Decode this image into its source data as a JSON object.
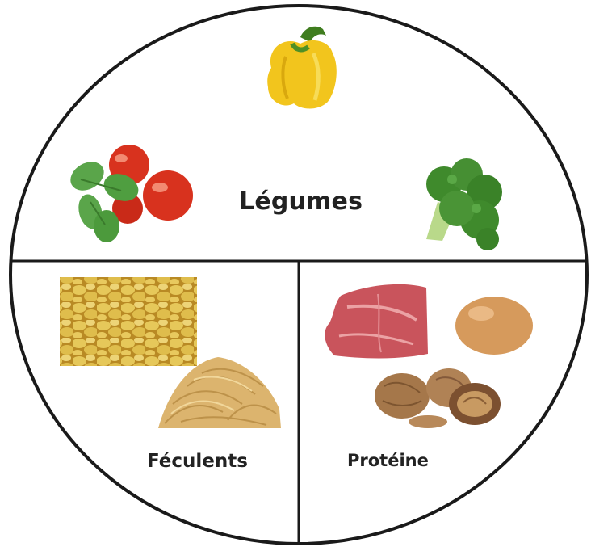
{
  "plate": {
    "sections": [
      {
        "id": "legumes",
        "label": "Légumes"
      },
      {
        "id": "feculents",
        "label": "Féculents"
      },
      {
        "id": "proteine",
        "label": "Protéine"
      }
    ]
  },
  "foods": {
    "legumes": [
      "yellow-pepper",
      "cherry-tomatoes",
      "broccoli"
    ],
    "feculents": [
      "potatoes",
      "pasta"
    ],
    "proteine": [
      "steak",
      "egg",
      "walnuts"
    ]
  },
  "colors": {
    "outline": "#1a1a1a",
    "text": "#222222",
    "pepper": "#f2c51d",
    "tomato": "#d8321e",
    "broccoli": "#3f8a2c",
    "potato": "#d8b847",
    "pasta": "#dcb46e",
    "steak": "#c9545c",
    "egg": "#d69a5c",
    "walnut": "#a5774a"
  }
}
